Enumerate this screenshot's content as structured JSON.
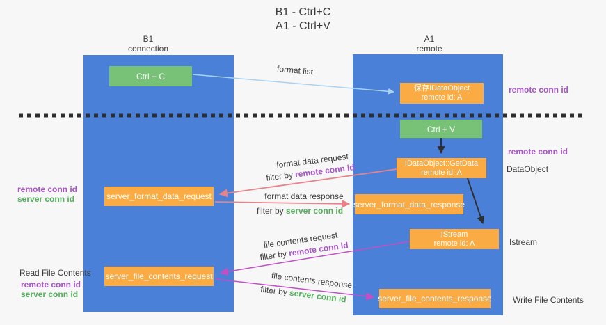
{
  "title": {
    "line1": "B1 - Ctrl+C",
    "line2": "A1 - Ctrl+V"
  },
  "lanes": {
    "left": {
      "name": "B1",
      "role": "connection"
    },
    "right": {
      "name": "A1",
      "role": "remote"
    }
  },
  "nodes": {
    "ctrl_c": {
      "label": "Ctrl + C"
    },
    "ctrl_v": {
      "label": "Ctrl + V"
    },
    "save_dataobject": {
      "line1": "保存IDataObject",
      "line2": "remote id: A"
    },
    "getdata": {
      "line1": "IDataObject::GetData",
      "line2": "remote id: A"
    },
    "istream": {
      "line1": "IStream",
      "line2": "remote id: A"
    },
    "format_request": {
      "label": "server_format_data_request"
    },
    "format_response": {
      "label": "server_format_data_response"
    },
    "file_request": {
      "label": "server_file_contents_request"
    },
    "file_response": {
      "label": "server_file_contents_response"
    }
  },
  "flow_labels": {
    "format_list": "format list",
    "format_data_request": "format data request",
    "format_data_response": "format data response",
    "file_contents_request": "file contents request",
    "file_contents_response": "file contents response",
    "filter_by": "filter by",
    "remote_conn_id": "remote conn id",
    "server_conn_id": "server conn id"
  },
  "side_labels": {
    "remote_conn_id_top": "remote conn id",
    "remote_conn_id_mid": "remote conn id",
    "dataobject": "DataObject",
    "istream": "Istream",
    "read_file_contents": "Read File Contents",
    "write_file_contents": "Write File Contents",
    "left1_remote_conn_id": "remote conn id",
    "left1_server_conn_id": "server conn id",
    "left2_remote_conn_id": "remote conn id",
    "left2_server_conn_id": "server conn id"
  },
  "colors": {
    "lane_blue": "#4a80d8",
    "node_orange": "#fbab43",
    "node_green": "#77c277",
    "arrow_light_blue": "#a9d2f2",
    "arrow_salmon": "#e8838a",
    "arrow_magenta": "#c24fc4",
    "arrow_black": "#2f2f2f",
    "text_purple": "#a853c8",
    "text_green": "#53ae5c",
    "text_dark": "#3d3d3d"
  }
}
